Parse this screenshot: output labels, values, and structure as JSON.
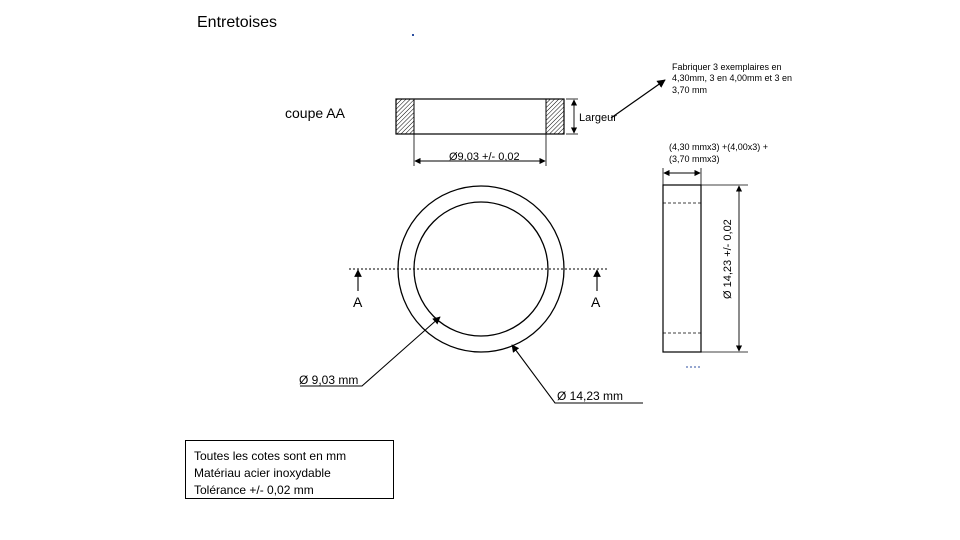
{
  "title": "Entretoises",
  "section_label": "coupe AA",
  "width_label": "Largeur",
  "manufacture_note": [
    "Fabriquer 3 exemplaires en",
    "4,30mm, 3 en 4,00mm et 3 en",
    "3,70 mm"
  ],
  "section_inner_dim": "Ø9,03 +/- 0,02",
  "side_thickness_note": [
    "(4,30 mmx3) +(4,00x3) +",
    "(3,70 mmx3)"
  ],
  "side_outer_dim": "Ø 14,23 +/- 0,02",
  "cut_marks": [
    "A",
    "A"
  ],
  "inner_diameter": "Ø 9,03 mm",
  "outer_diameter": "Ø 14,23 mm",
  "notes": [
    "Toutes les cotes sont en mm",
    "Matériau acier inoxydable",
    "Tolérance +/- 0,02 mm"
  ]
}
